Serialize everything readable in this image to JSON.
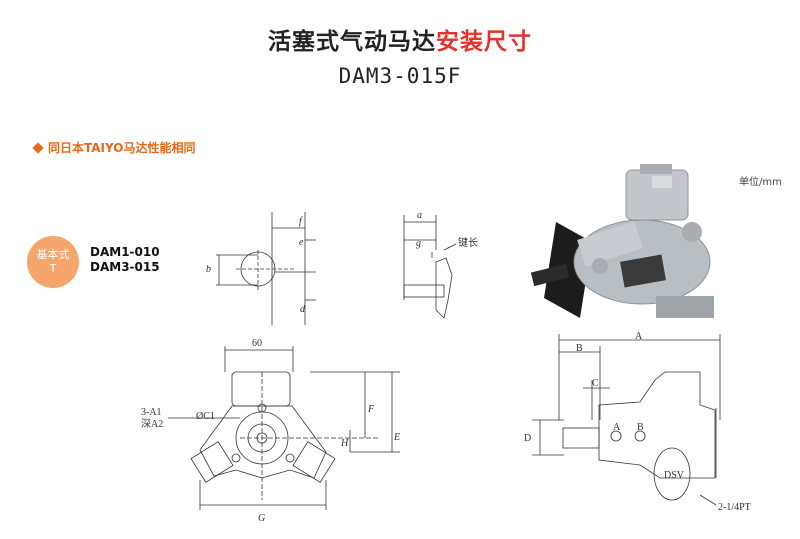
{
  "title": {
    "main": "活塞式气动马达",
    "highlight": "安装尺寸"
  },
  "model": "DAM3-015F",
  "subtitle": "同日本TAIYO马达性能相同",
  "unit": "单位/mm",
  "badge": {
    "line1": "基本式",
    "line2": "T"
  },
  "models": [
    "DAM1-010",
    "DAM3-015"
  ],
  "labels": {
    "f": "f",
    "e": "e",
    "b": "b",
    "d": "d",
    "a": "a",
    "g": "g",
    "key": "键长",
    "sixty": "60",
    "hole1": "3-A1",
    "hole2": "深A2",
    "c1": "ØC1",
    "F": "F",
    "E": "E",
    "H": "H",
    "G": "G",
    "A": "A",
    "B": "B",
    "C": "C",
    "D": "D",
    "portA": "A",
    "portB": "B",
    "brand": "DSV",
    "pt": "2-1/4PT"
  },
  "colors": {
    "title_red": "#e8312a",
    "orange": "#e8681a",
    "badge": "#f6a66c"
  }
}
